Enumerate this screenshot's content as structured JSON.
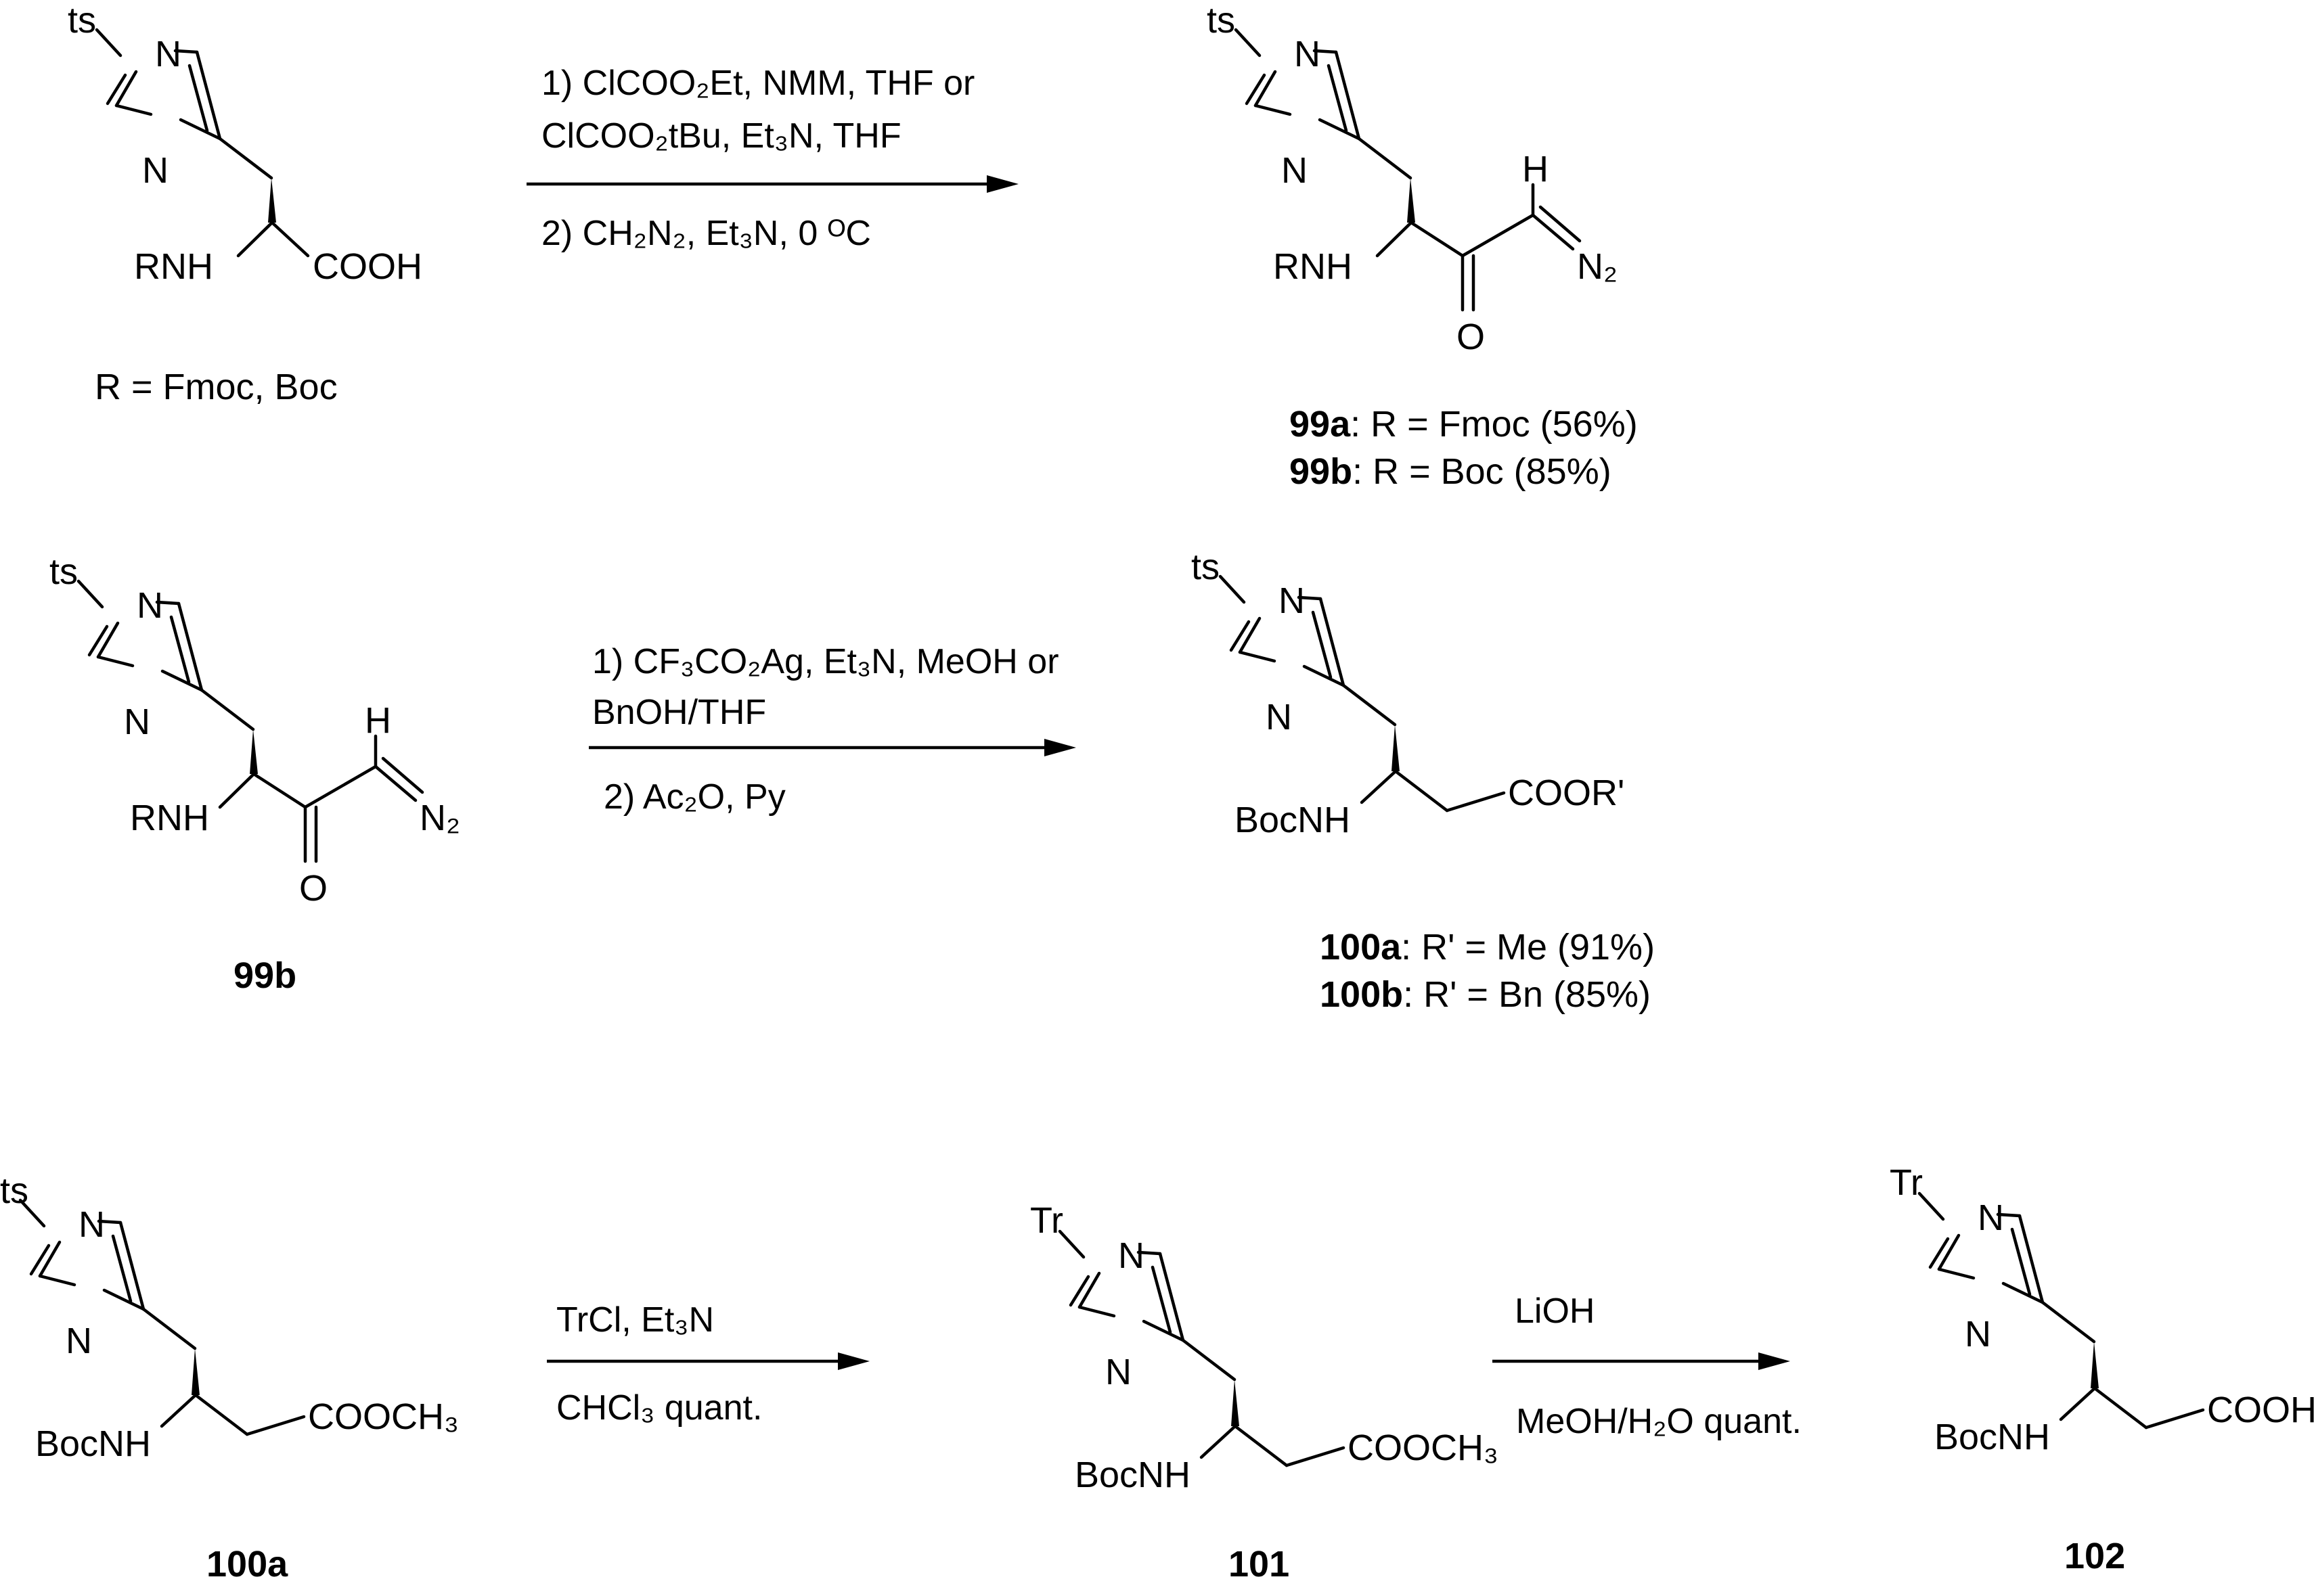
{
  "row1": {
    "reactant": {
      "n_substituent": "ts",
      "amine": "RNH",
      "acid": "COOH",
      "caption": "R = Fmoc, Boc"
    },
    "conditions": {
      "step1_line1": "1) ClCOO₂Et, NMM, THF or",
      "step1_line2": "ClCOO₂tBu, Et₃N, THF",
      "step2": "2) CH₂N₂, Et₃N, 0 ᴼC"
    },
    "product": {
      "n_substituent": "ts",
      "amine": "RNH",
      "h_label": "H",
      "diazo": "N₂",
      "carbonyl": "O",
      "caption_a_num": "99a",
      "caption_a_text": ": R = Fmoc (56%)",
      "caption_b_num": "99b",
      "caption_b_text": ": R = Boc (85%)"
    }
  },
  "row2": {
    "reactant": {
      "n_substituent": "ts",
      "amine": "RNH",
      "h_label": "H",
      "diazo": "N₂",
      "carbonyl": "O",
      "label": "99b"
    },
    "conditions": {
      "step1_line1": "1) CF₃CO₂Ag, Et₃N, MeOH or",
      "step1_line2": "BnOH/THF",
      "step2": "2) Ac₂O, Py"
    },
    "product": {
      "n_substituent": "ts",
      "amine": "BocNH",
      "ester": "COOR'",
      "caption_a_num": "100a",
      "caption_a_text": ": R' = Me (91%)",
      "caption_b_num": "100b",
      "caption_b_text": ": R' = Bn (85%)"
    }
  },
  "row3": {
    "reactant": {
      "n_substituent": "ts",
      "amine": "BocNH",
      "ester": "COOCH₃",
      "label": "100a"
    },
    "conditions1": {
      "above": "TrCl, Et₃N",
      "below": "CHCl₃ quant."
    },
    "intermediate": {
      "n_substituent": "Tr",
      "amine": "BocNH",
      "ester": "COOCH₃",
      "label": "101"
    },
    "conditions2": {
      "above": "LiOH",
      "below": "MeOH/H₂O quant."
    },
    "product": {
      "n_substituent": "Tr",
      "amine": "BocNH",
      "acid": "COOH",
      "label": "102"
    }
  },
  "ring_n_label": "N"
}
